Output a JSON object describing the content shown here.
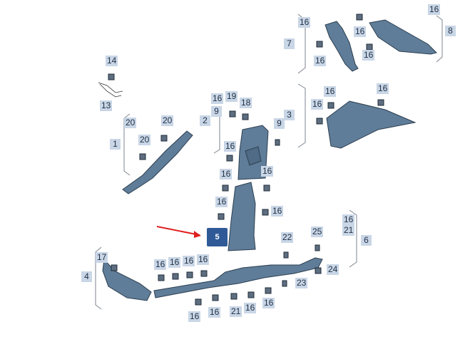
{
  "callout_selected": "5",
  "colors": {
    "part": "#5f7d98",
    "tag_bg": "#c9d6e6",
    "selected_bg": "#2f5a97",
    "arrow": "#e02020"
  },
  "labels": [
    {
      "id": "l16a",
      "text": "16"
    },
    {
      "id": "l8",
      "text": "8"
    },
    {
      "id": "l16b",
      "text": "16"
    },
    {
      "id": "l7",
      "text": "7"
    },
    {
      "id": "l16c",
      "text": "16"
    },
    {
      "id": "l16d",
      "text": "16"
    },
    {
      "id": "l16e",
      "text": "16"
    },
    {
      "id": "l14",
      "text": "14"
    },
    {
      "id": "l13",
      "text": "13"
    },
    {
      "id": "l16f",
      "text": "16"
    },
    {
      "id": "l19",
      "text": "19"
    },
    {
      "id": "l18",
      "text": "18"
    },
    {
      "id": "l9",
      "text": "9"
    },
    {
      "id": "l2",
      "text": "2"
    },
    {
      "id": "l16g",
      "text": "16"
    },
    {
      "id": "l16h",
      "text": "16"
    },
    {
      "id": "l16i",
      "text": "16"
    },
    {
      "id": "l3",
      "text": "3"
    },
    {
      "id": "l20a",
      "text": "20"
    },
    {
      "id": "l20b",
      "text": "20"
    },
    {
      "id": "l20c",
      "text": "20"
    },
    {
      "id": "l1",
      "text": "1"
    },
    {
      "id": "l9b",
      "text": "9"
    },
    {
      "id": "l16j",
      "text": "16"
    },
    {
      "id": "l16k",
      "text": "16"
    },
    {
      "id": "l16l",
      "text": "16"
    },
    {
      "id": "l16m",
      "text": "16"
    },
    {
      "id": "l16n",
      "text": "16"
    },
    {
      "id": "l16o",
      "text": "16"
    },
    {
      "id": "l21a",
      "text": "21"
    },
    {
      "id": "l6",
      "text": "6"
    },
    {
      "id": "l22",
      "text": "22"
    },
    {
      "id": "l25",
      "text": "25"
    },
    {
      "id": "l24",
      "text": "24"
    },
    {
      "id": "l23",
      "text": "23"
    },
    {
      "id": "l17",
      "text": "17"
    },
    {
      "id": "l4",
      "text": "4"
    },
    {
      "id": "l16p",
      "text": "16"
    },
    {
      "id": "l16q",
      "text": "16"
    },
    {
      "id": "l16r",
      "text": "16"
    },
    {
      "id": "l16s",
      "text": "16"
    },
    {
      "id": "l16t",
      "text": "16"
    },
    {
      "id": "l16u",
      "text": "16"
    },
    {
      "id": "l21b",
      "text": "21"
    },
    {
      "id": "l16v",
      "text": "16"
    },
    {
      "id": "l16w",
      "text": "16"
    }
  ]
}
